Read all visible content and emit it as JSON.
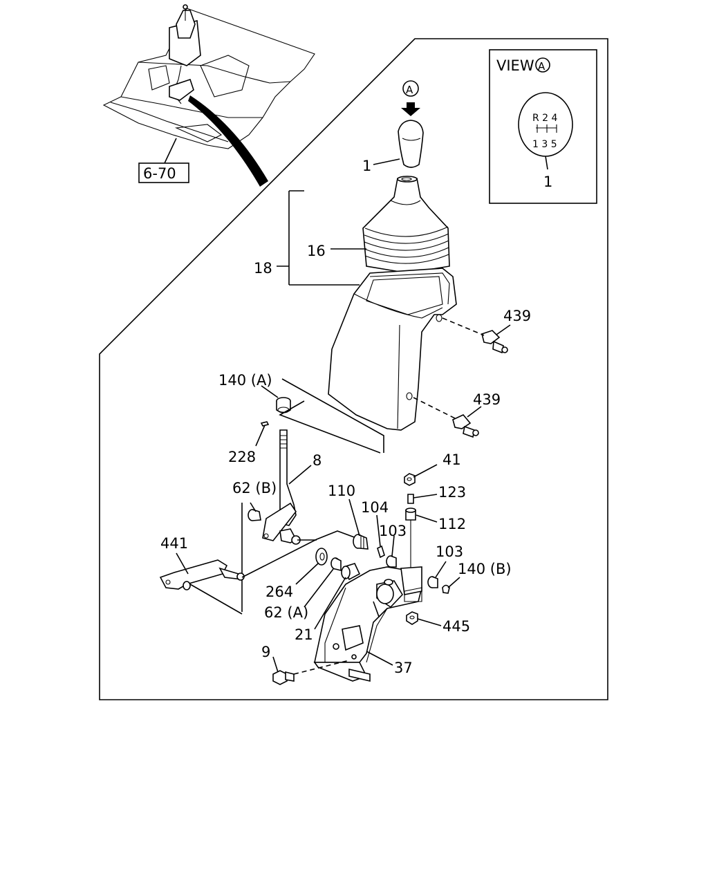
{
  "ref_box": "6-70",
  "view_box": {
    "title": "VIEW",
    "marker": "A",
    "pattern_top": "R 2 4",
    "pattern_bottom": "1 3 5",
    "label": "1"
  },
  "arrow_marker": "A",
  "callouts": {
    "c1": "1",
    "c16": "16",
    "c18": "18",
    "c439a": "439",
    "c439b": "439",
    "c140a": "140 (A)",
    "c228": "228",
    "c8": "8",
    "c41": "41",
    "c62b": "62 (B)",
    "c110": "110",
    "c104": "104",
    "c123": "123",
    "c103a": "103",
    "c112": "112",
    "c441": "441",
    "c103b": "103",
    "c140b": "140 (B)",
    "c264": "264",
    "c62a": "62 (A)",
    "c445": "445",
    "c21": "21",
    "c9": "9",
    "c37": "37"
  }
}
